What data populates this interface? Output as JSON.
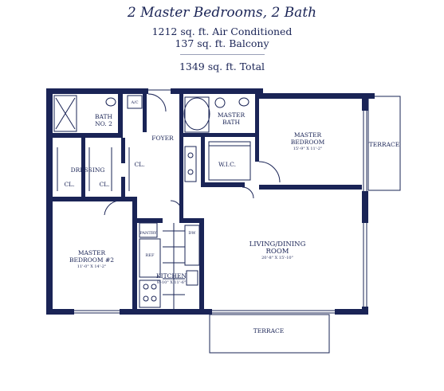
{
  "header": {
    "title": "2 Master Bedrooms, 2 Bath",
    "ac": "1212 sq. ft. Air Conditioned",
    "balcony": "137 sq. ft. Balcony",
    "total": "1349 sq. ft. Total"
  },
  "rooms": {
    "bath2": [
      "BATH",
      "NO. 2"
    ],
    "ac_closet": "A/C",
    "foyer": "FOYER",
    "master_bath": [
      "MASTER",
      "BATH"
    ],
    "master_bedroom": [
      "MASTER",
      "BEDROOM"
    ],
    "master_bedroom_dim": "15'-9\" X 11'-2\"",
    "terrace_east": "TERRACE",
    "dressing": "DRESSING",
    "closet_a": "CL.",
    "closet_b": "CL.",
    "closet_c": "CL.",
    "wic": "W.I.C.",
    "pantry": "PANTRY",
    "dw": "DW",
    "ref": "REF",
    "kitchen": "KITCHEN",
    "kitchen_dim": "8'-10\" X 11'-6\"",
    "master_bedroom2": [
      "MASTER",
      "BEDROOM #2"
    ],
    "master_bedroom2_dim": "11'-0\" X 14'-2\"",
    "living": [
      "LIVING/DINING",
      "ROOM"
    ],
    "living_dim": "20'-8\" X 15'-10\"",
    "terrace_south": "TERRACE"
  }
}
